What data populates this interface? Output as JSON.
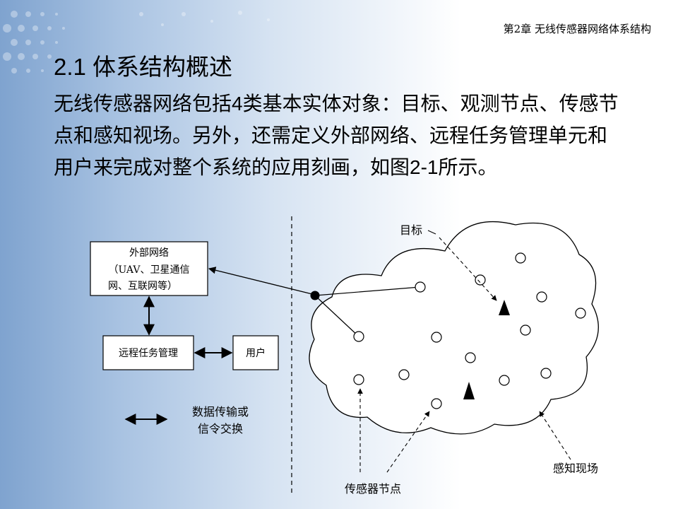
{
  "header": {
    "chapter": "第2章  无线传感器网络体系结构"
  },
  "title": "2.1 体系结构概述",
  "body_text": "无线传感器网络包括4类基本实体对象：目标、观测节点、传感节点和感知视场。另外，还需定义外部网络、远程任务管理单元和用户来完成对整个系统的应用刻画，如图2-1所示。",
  "diagram": {
    "external_network": [
      "外部网络",
      "（UAV、卫星通信",
      "网、互联网等）"
    ],
    "remote_task_mgmt": "远程任务管理",
    "user": "用户",
    "legend": [
      "数据传输或",
      "信令交换"
    ],
    "target_label": "目标",
    "sensor_node_label": "传感器节点",
    "sensing_field_label": "感知现场"
  },
  "colors": {
    "background_gradient": "#7fa3cf",
    "ink": "#000000"
  }
}
